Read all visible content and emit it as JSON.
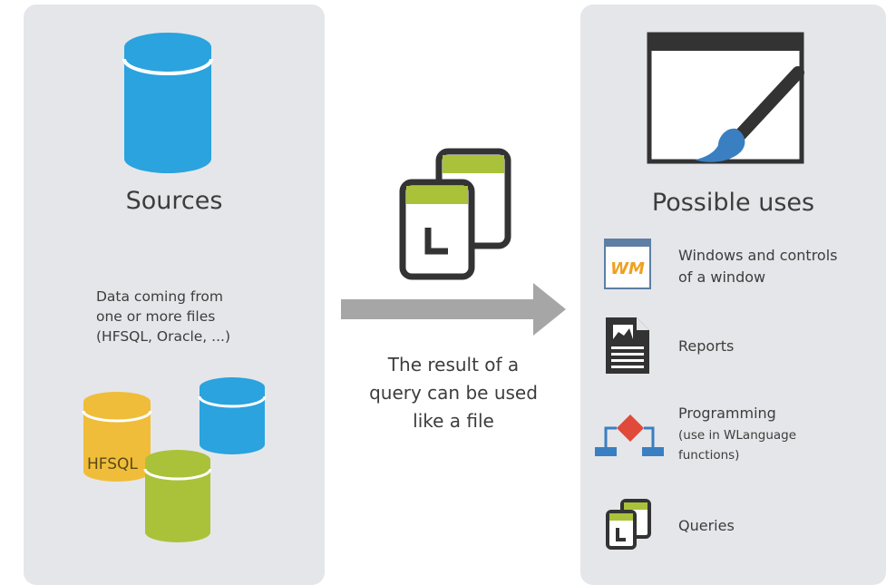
{
  "sources_panel": {
    "title": "Sources",
    "description": [
      "Data coming from",
      "one or more files",
      "(HFSQL, Oracle, ...)"
    ],
    "hfsql_label": "HFSQL"
  },
  "middle": {
    "caption": [
      "The result of a",
      "query can be used",
      "like a file"
    ]
  },
  "uses_panel": {
    "title": "Possible uses",
    "items": [
      {
        "lines": [
          "Windows and controls",
          "of a window"
        ],
        "icon": "window-wm-icon"
      },
      {
        "lines": [
          "Reports"
        ],
        "icon": "report-icon"
      },
      {
        "lines": [
          "Programming",
          "(use in WLanguage",
          "functions)"
        ],
        "icon": "programming-icon"
      },
      {
        "lines": [
          "Queries"
        ],
        "icon": "queries-icon"
      }
    ]
  },
  "colors": {
    "panel_bg": "#e5e6e9",
    "db_blue": "#2aa3de",
    "db_yellow": "#f0bd3a",
    "db_green": "#a9c23a",
    "arrow_gray": "#a6a6a6",
    "dark": "#333333",
    "brush_blue": "#3a7fc1",
    "diamond_red": "#e04a3a"
  }
}
